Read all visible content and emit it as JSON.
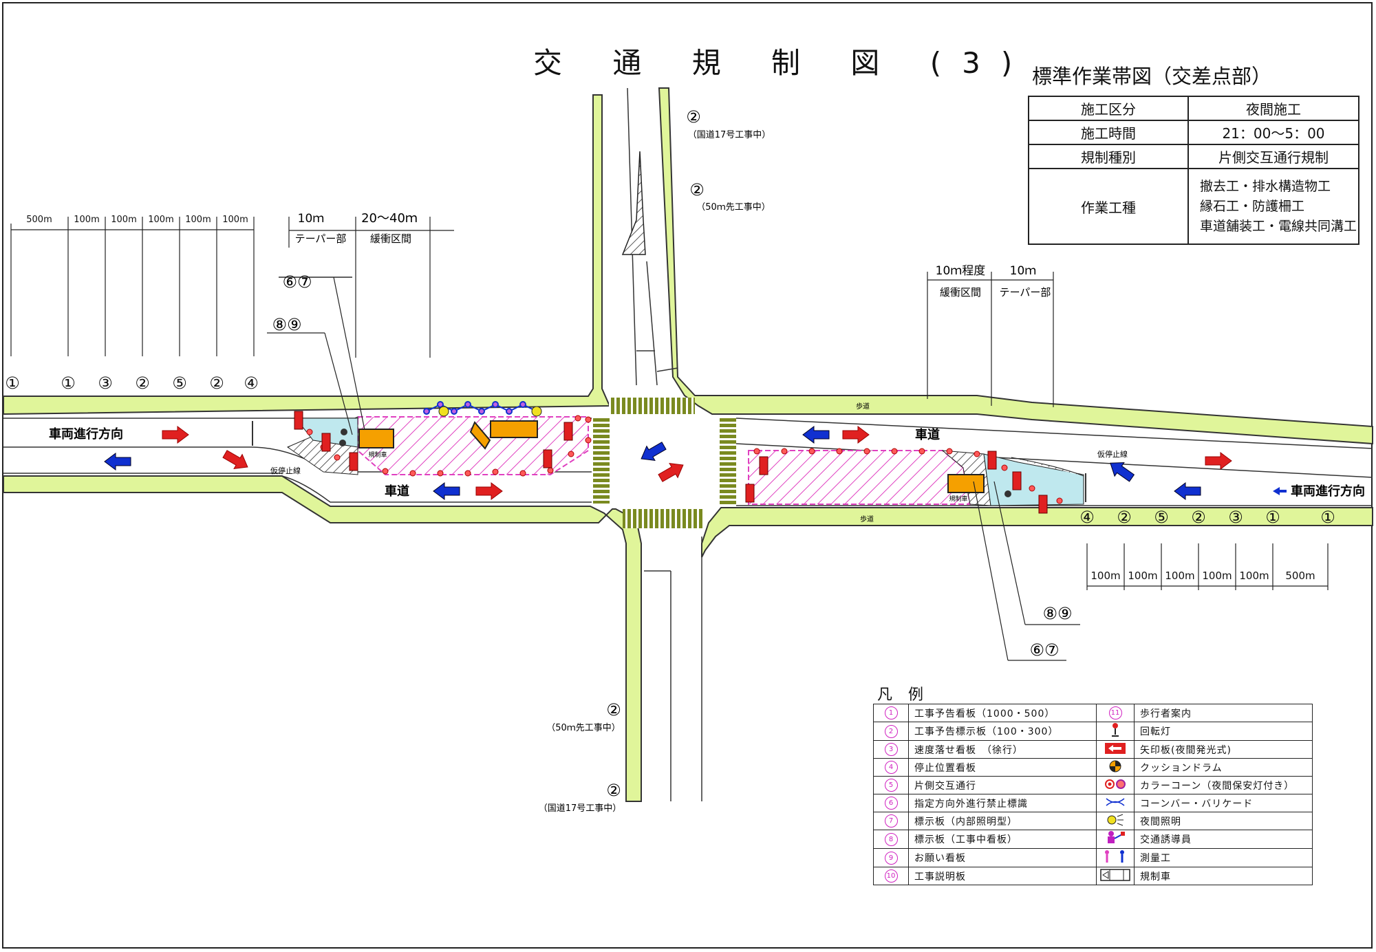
{
  "title": "交 通 規 制 図 (3)",
  "subtitle": "標準作業帯図（交差点部）",
  "info_table": {
    "rows": [
      {
        "key": "施工区分",
        "value": "夜間施工"
      },
      {
        "key": "施工時間",
        "value": "21：00〜5：00"
      },
      {
        "key": "規制種別",
        "value": "片側交互通行規制"
      }
    ],
    "work_key": "作業工種",
    "work_lines": [
      "撤去工・排水構造物工",
      "縁石工・防護柵工",
      "車道舗装工・電線共同溝工"
    ]
  },
  "diagram": {
    "left_distances": [
      "500m",
      "100m",
      "100m",
      "100m",
      "100m",
      "100m"
    ],
    "left_signs": [
      "①",
      "①",
      "③",
      "②",
      "⑤",
      "②",
      "④"
    ],
    "right_distances": [
      "100m",
      "100m",
      "100m",
      "100m",
      "100m",
      "500m"
    ],
    "right_signs": [
      "④",
      "②",
      "⑤",
      "②",
      "③",
      "①",
      "①"
    ],
    "taper_left": {
      "length": "10ｍ",
      "label": "テーパー部"
    },
    "buffer_left": {
      "length": "20〜40ｍ",
      "label": "緩衝区間"
    },
    "buffer_right": {
      "length": "10ｍ程度",
      "label": "緩衝区間"
    },
    "taper_right": {
      "length": "10ｍ",
      "label": "テーパー部"
    },
    "callout_67": "⑥⑦",
    "callout_89": "⑧⑨",
    "vehicle_direction": "車両進行方向",
    "roadway": "車道",
    "sidewalk": "歩道",
    "temp_stop_line": "仮停止線",
    "regulation_vehicle": "規制車",
    "north_sign_1": "②",
    "north_sign_1_note": "（国道17号工事中）",
    "north_sign_2": "②",
    "north_sign_2_note": "（50ｍ先工事中）",
    "south_sign_1": "②",
    "south_sign_1_note": "（50ｍ先工事中）",
    "south_sign_2": "②",
    "south_sign_2_note": "（国道17号工事中）",
    "colors": {
      "road_green": "#e0f59a",
      "hatch_pink": "#e040c0",
      "arrow_red": "#e02020",
      "arrow_blue": "#1030d0",
      "cyan_area": "#bfe8ee",
      "truck_orange": "#f5a000"
    }
  },
  "legend": {
    "title": "凡 例",
    "left": [
      {
        "num": "1",
        "label": "工事予告看板（1000・500）"
      },
      {
        "num": "2",
        "label": "工事予告標示板（100・300）"
      },
      {
        "num": "3",
        "label": "速度落せ看板　（徐行）"
      },
      {
        "num": "4",
        "label": "停止位置看板"
      },
      {
        "num": "5",
        "label": "片側交互通行"
      },
      {
        "num": "6",
        "label": "指定方向外進行禁止標識"
      },
      {
        "num": "7",
        "label": "標示板（内部照明型）"
      },
      {
        "num": "8",
        "label": "標示板（工事中看板）"
      },
      {
        "num": "9",
        "label": "お願い看板"
      },
      {
        "num": "10",
        "label": "工事説明板"
      }
    ],
    "right": [
      {
        "icon": "pedestrian-guide-sign-icon",
        "num": "11",
        "label": "歩行者案内"
      },
      {
        "icon": "rotating-light-icon",
        "label": "回転灯"
      },
      {
        "icon": "arrow-board-icon",
        "label": "矢印板(夜間発光式)"
      },
      {
        "icon": "cushion-drum-icon",
        "label": "クッションドラム"
      },
      {
        "icon": "color-cone-icon",
        "label": "カラーコーン（夜間保安灯付き）"
      },
      {
        "icon": "cone-bar-barricade-icon",
        "label": "コーンバー・バリケード"
      },
      {
        "icon": "night-light-icon",
        "label": "夜間照明"
      },
      {
        "icon": "traffic-guide-person-icon",
        "label": "交通誘導員"
      },
      {
        "icon": "surveyor-icon",
        "label": "測量工"
      },
      {
        "icon": "regulation-vehicle-icon",
        "label": "規制車"
      }
    ]
  }
}
